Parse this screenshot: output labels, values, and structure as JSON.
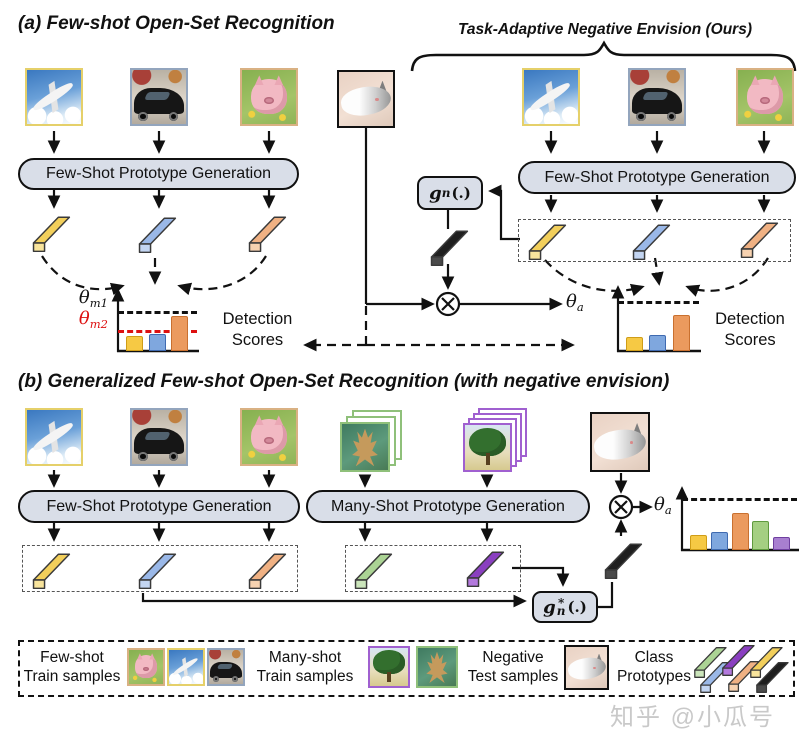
{
  "panel_a": {
    "title": "(a) Few-shot Open-Set Recognition",
    "ours_label": "Task-Adaptive Negative Envision (Ours)",
    "left": {
      "generator_box": "Few-Shot Prototype Generation",
      "detection_scores": "Detection Scores",
      "theta_m1": {
        "symbol": "θ",
        "sub": "m1"
      },
      "theta_m2": {
        "symbol": "θ",
        "sub": "m2"
      }
    },
    "center": {
      "gn_box": {
        "base": "g",
        "sub": "n",
        "args": "(.)"
      },
      "theta_a": {
        "symbol": "θ",
        "sub": "a"
      }
    },
    "right": {
      "generator_box": "Few-Shot Prototype Generation",
      "detection_scores": "Detection Scores"
    }
  },
  "panel_b": {
    "title": "(b) Generalized Few-shot Open-Set Recognition (with negative envision)",
    "few_shot_box": "Few-Shot Prototype Generation",
    "many_shot_box": "Many-Shot Prototype Generation",
    "gn_star_box": {
      "base": "g",
      "sup": "*",
      "sub": "n",
      "args": "(.)"
    },
    "theta_a": {
      "symbol": "θ",
      "sub": "a"
    }
  },
  "legend": {
    "few_shot": {
      "line1": "Few-shot",
      "line2": "Train samples"
    },
    "many_shot": {
      "line1": "Many-shot",
      "line2": "Train samples"
    },
    "negative": {
      "line1": "Negative",
      "line2": "Test samples"
    },
    "class_prototypes": {
      "line1": "Class",
      "line2": "Prototypes"
    }
  },
  "watermark": "知乎 @小瓜号",
  "icons": {
    "fusion_operator": "circled-times",
    "brace": "horizontal-curly-brace"
  },
  "colors": {
    "box_fill": "#d9dee8",
    "box_border": "#111111",
    "threshold_black": "#111111",
    "threshold_red": "#dd1010",
    "image_border_airplane": "#e5d06a",
    "image_border_car": "#93a5bd",
    "image_border_pig": "#d9b183",
    "image_border_coral_stack": "#8fc07a",
    "image_border_tree_stack": "#a060d0",
    "image_border_negative": "#111111"
  },
  "prototype_colors": {
    "yellow": {
      "main": "#f2cf5b",
      "cap": "#f8e49c"
    },
    "blue": {
      "main": "#9ab8e8",
      "cap": "#c3d5f2"
    },
    "orange": {
      "main": "#f0b183",
      "cap": "#f7d2b0"
    },
    "green": {
      "main": "#abd394",
      "cap": "#cbe5bb"
    },
    "purple": {
      "main": "#8a3fc0",
      "cap": "#b379dd"
    },
    "black": {
      "main": "#1f1f1f",
      "cap": "#4a4a4a"
    }
  },
  "chart_data": [
    {
      "id": "a-left",
      "type": "bar",
      "title": "Detection Scores",
      "categories": [
        "class-1-airplane",
        "class-2-car",
        "class-3-pig"
      ],
      "values": [
        0.22,
        0.27,
        0.58
      ],
      "bar_colors": [
        "#f6c944",
        "#7fa7de",
        "#eb9a5e"
      ],
      "bar_borders": [
        "#cf9d18",
        "#3f6ab0",
        "#c9702f"
      ],
      "thresholds": [
        {
          "label": "theta_m1",
          "value": 0.66,
          "color": "#111111"
        },
        {
          "label": "theta_m2",
          "value": 0.33,
          "color": "#dd1010"
        }
      ],
      "ylim": [
        0,
        1
      ],
      "legend_position": "right"
    },
    {
      "id": "a-right",
      "type": "bar",
      "title": "Detection Scores",
      "categories": [
        "class-1-airplane",
        "class-2-car",
        "class-3-pig"
      ],
      "values": [
        0.2,
        0.23,
        0.55
      ],
      "bar_colors": [
        "#f6c944",
        "#7fa7de",
        "#eb9a5e"
      ],
      "bar_borders": [
        "#cf9d18",
        "#3f6ab0",
        "#c9702f"
      ],
      "thresholds": [
        {
          "label": "theta_a",
          "value": 0.78,
          "color": "#111111"
        }
      ],
      "ylim": [
        0,
        1
      ],
      "legend_position": "right"
    },
    {
      "id": "b",
      "type": "bar",
      "title": "",
      "categories": [
        "class-1-airplane",
        "class-2-car",
        "class-3-pig",
        "class-4-coral",
        "class-5-tree"
      ],
      "values": [
        0.21,
        0.26,
        0.58,
        0.44,
        0.18
      ],
      "bar_colors": [
        "#f6c944",
        "#7fa7de",
        "#eb9a5e",
        "#a4cf82",
        "#a87fd0"
      ],
      "bar_borders": [
        "#cf9d18",
        "#3f6ab0",
        "#c9702f",
        "#5f9a3e",
        "#6f3fa0"
      ],
      "thresholds": [
        {
          "label": "theta_a",
          "value": 0.82,
          "color": "#111111"
        }
      ],
      "ylim": [
        0,
        1
      ]
    }
  ]
}
